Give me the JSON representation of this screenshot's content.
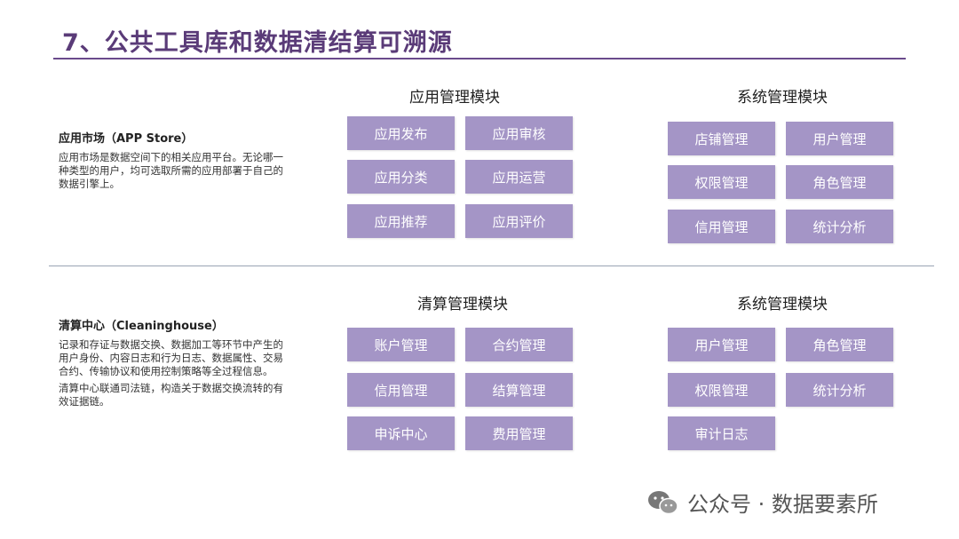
{
  "title": "7、公共工具库和数据清结算可溯源",
  "section1": {
    "heading": "应用市场（APP Store）",
    "paragraphs": [
      "应用市场是数据空间下的相关应用平台。无论哪一种类型的用户，均可选取所需的应用部署于自己的数据引擎上。"
    ],
    "modules": [
      {
        "title": "应用管理模块",
        "items": [
          "应用发布",
          "应用审核",
          "应用分类",
          "应用运营",
          "应用推荐",
          "应用评价"
        ]
      },
      {
        "title": "系统管理模块",
        "items": [
          "店铺管理",
          "用户管理",
          "权限管理",
          "角色管理",
          "信用管理",
          "统计分析"
        ]
      }
    ]
  },
  "section2": {
    "heading": "清算中心（Cleaninghouse）",
    "paragraphs": [
      "记录和存证与数据交换、数据加工等环节中产生的用户身份、内容日志和行为日志、数据属性、交易合约、传输协议和使用控制策略等全过程信息。",
      "清算中心联通司法链，构造关于数据交换流转的有效证据链。"
    ],
    "modules": [
      {
        "title": "清算管理模块",
        "items": [
          "账户管理",
          "合约管理",
          "信用管理",
          "结算管理",
          "申诉中心",
          "费用管理"
        ]
      },
      {
        "title": "系统管理模块",
        "items": [
          "用户管理",
          "角色管理",
          "权限管理",
          "统计分析",
          "审计日志"
        ]
      }
    ]
  },
  "watermark": {
    "text": "公众号 · 数据要素所",
    "icon": "wechat-icon"
  },
  "colors": {
    "title": "#5a3b78",
    "button": "#a495c6",
    "rule": "#6a4a8c"
  }
}
